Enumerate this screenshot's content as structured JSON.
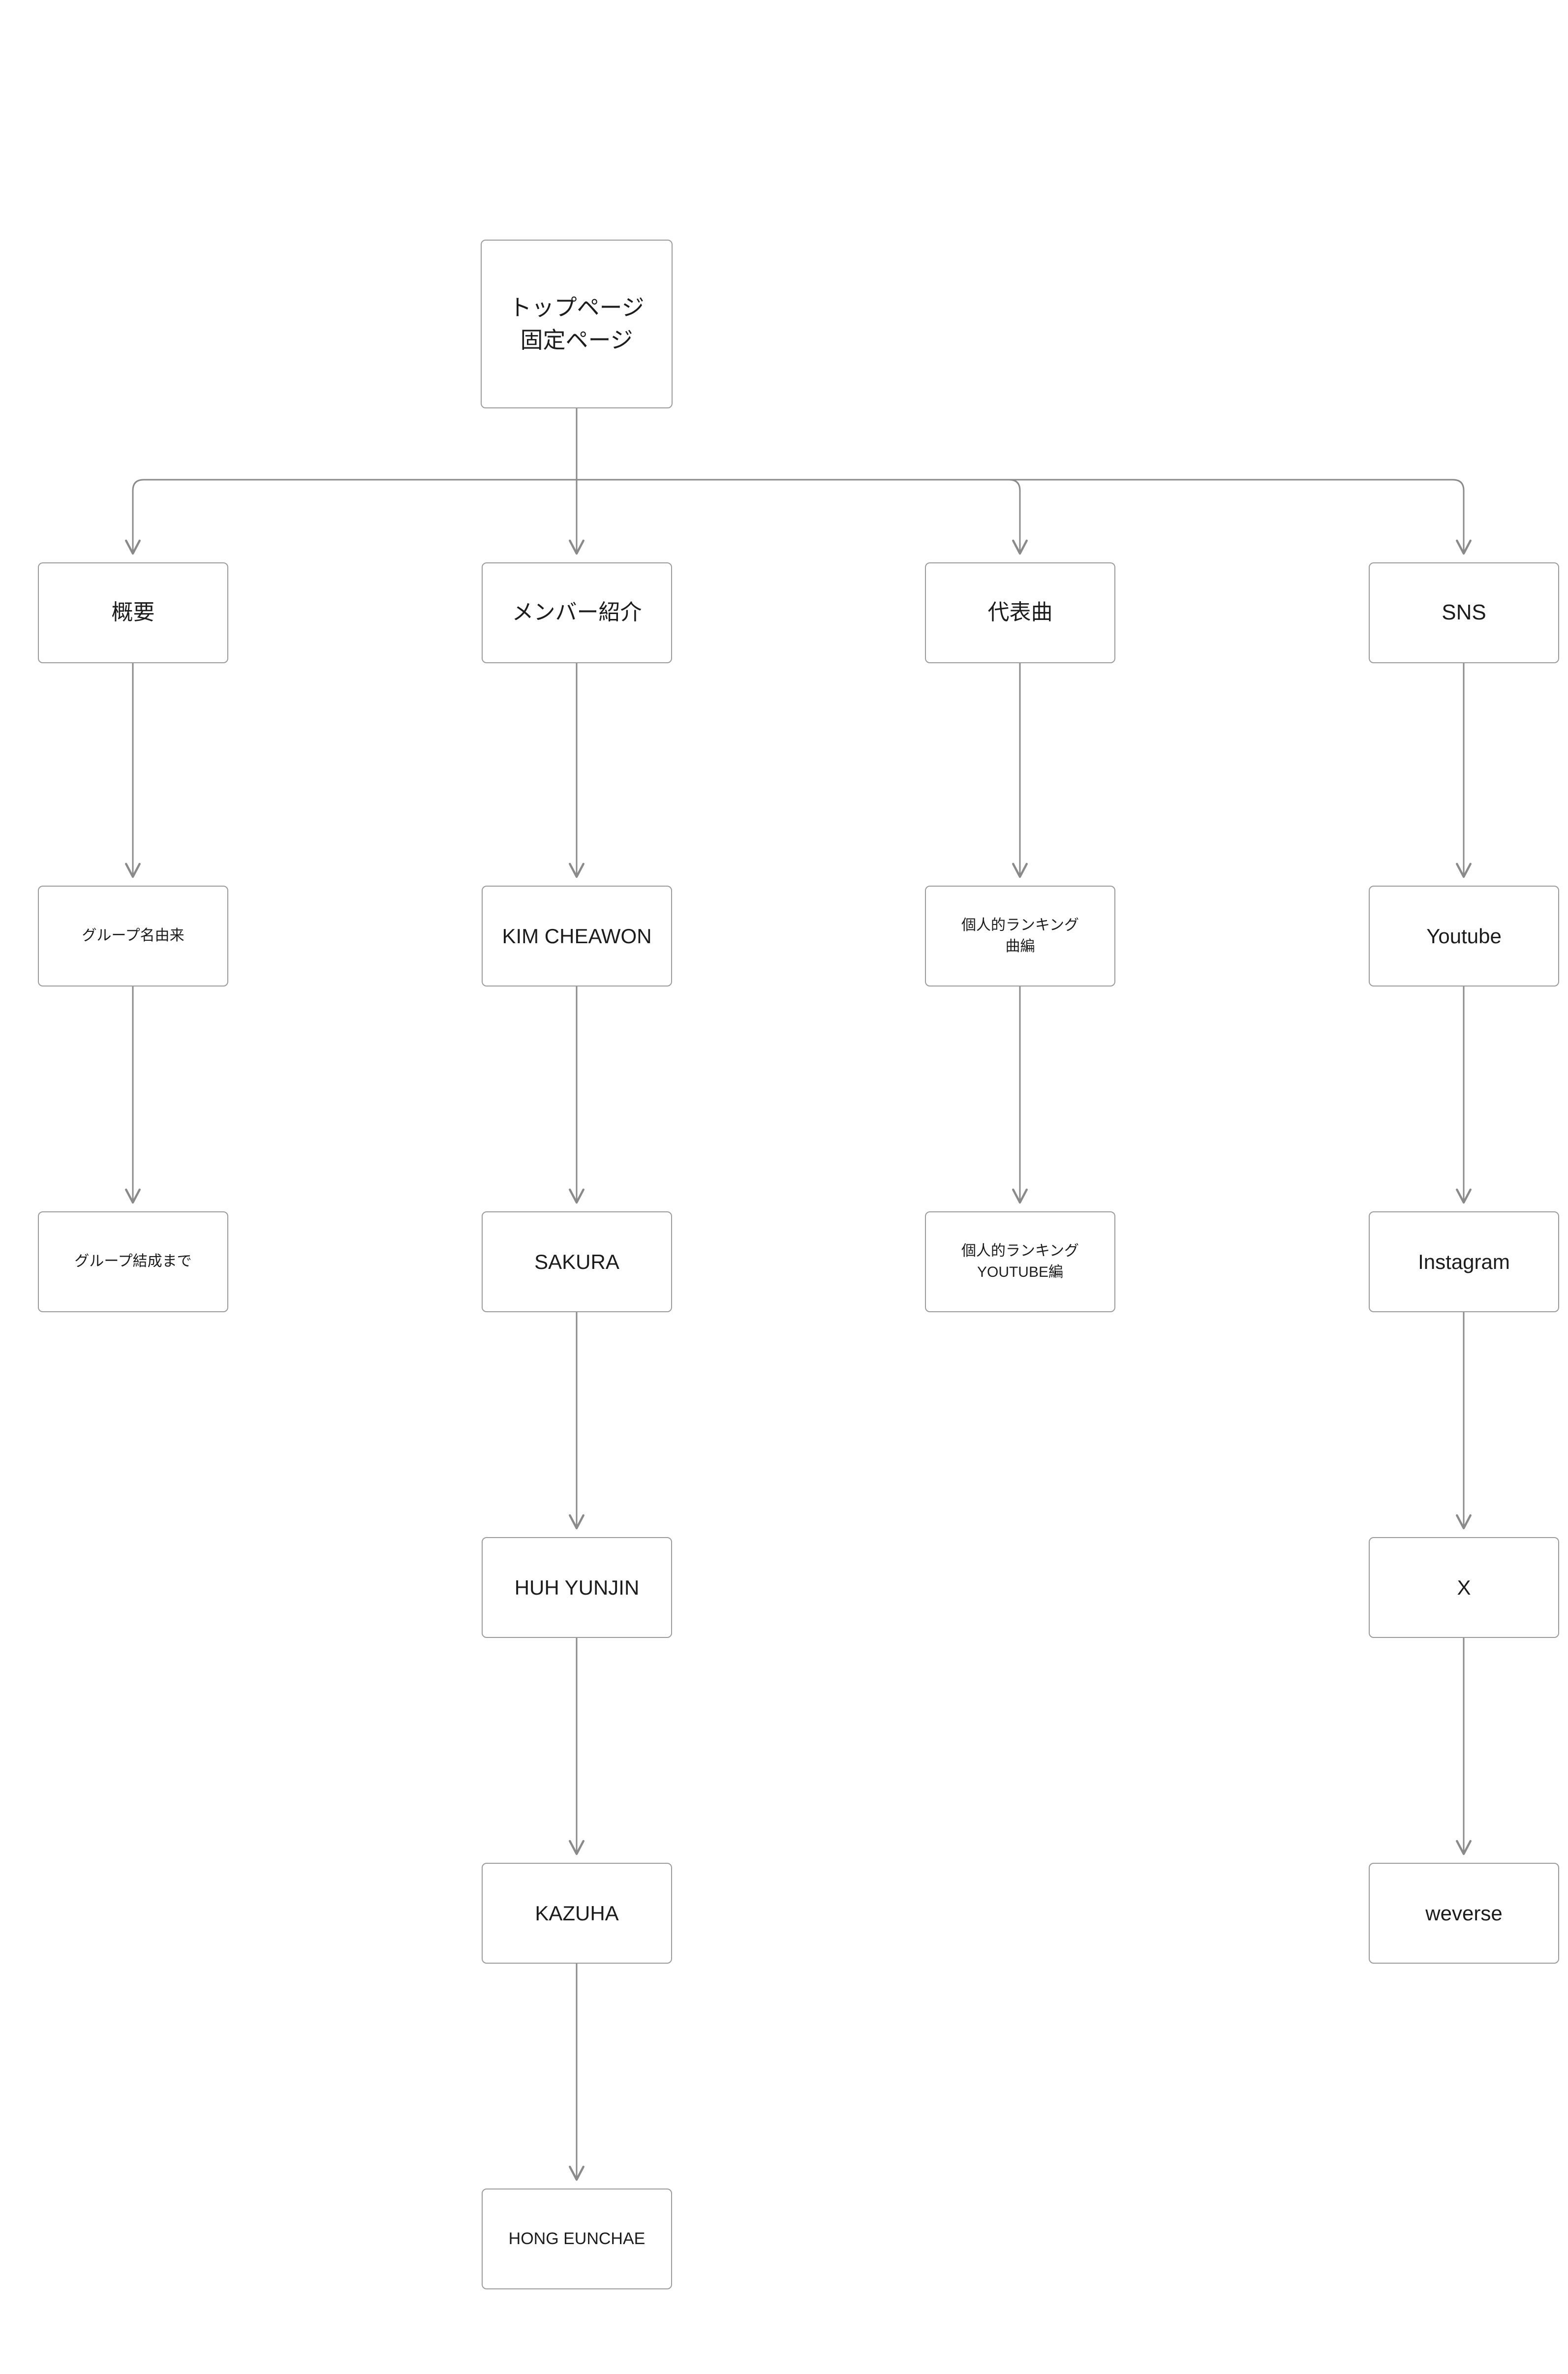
{
  "diagram": {
    "type": "sitemap-tree",
    "background_color": "#ffffff",
    "box_border_color": "#9b9b9b",
    "edge_color": "#8a8a8a",
    "text_color": "#1c1c1c",
    "root": {
      "label": "トップページ\n固定ページ"
    },
    "columns": [
      {
        "name": "overview",
        "head": {
          "label": "概要"
        },
        "children": [
          {
            "label": "グループ名由来"
          },
          {
            "label": "グループ結成まで"
          }
        ]
      },
      {
        "name": "members",
        "head": {
          "label": "メンバー紹介"
        },
        "children": [
          {
            "label": "KIM CHEAWON"
          },
          {
            "label": "SAKURA"
          },
          {
            "label": "HUH YUNJIN"
          },
          {
            "label": "KAZUHA"
          },
          {
            "label": "HONG EUNCHAE"
          }
        ]
      },
      {
        "name": "songs",
        "head": {
          "label": "代表曲"
        },
        "children": [
          {
            "label": "個人的ランキング\n曲編"
          },
          {
            "label": "個人的ランキング\nYOUTUBE編"
          }
        ]
      },
      {
        "name": "sns",
        "head": {
          "label": "SNS"
        },
        "children": [
          {
            "label": "Youtube"
          },
          {
            "label": "Instagram"
          },
          {
            "label": "X"
          },
          {
            "label": "weverse"
          }
        ]
      }
    ]
  }
}
